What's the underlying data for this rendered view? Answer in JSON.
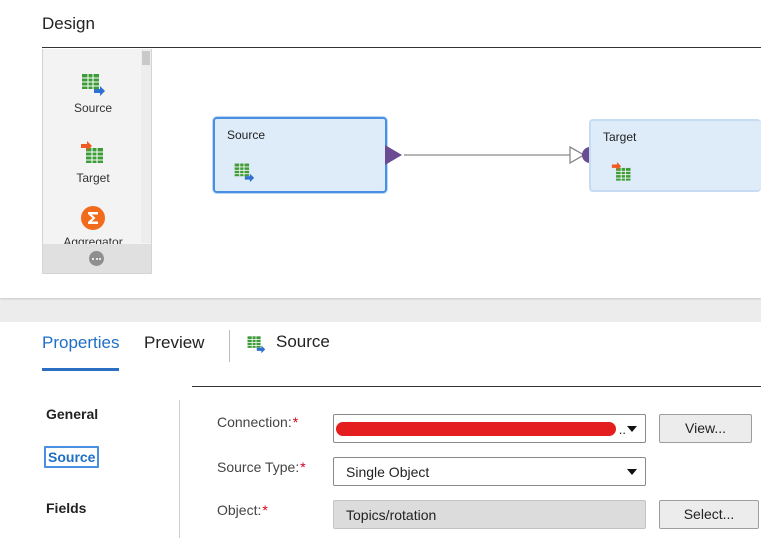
{
  "design": {
    "title": "Design",
    "palette": {
      "items": [
        {
          "label": "Source",
          "icon": "source-table-icon"
        },
        {
          "label": "Target",
          "icon": "target-table-icon"
        },
        {
          "label": "Aggregator",
          "icon": "sigma-icon"
        }
      ],
      "more_icon": "more-icon"
    },
    "nodes": {
      "source": {
        "title": "Source"
      },
      "target": {
        "title": "Target"
      }
    }
  },
  "properties": {
    "tabs": [
      {
        "label": "Properties",
        "active": true
      },
      {
        "label": "Preview",
        "active": false
      }
    ],
    "breadcrumb": {
      "icon": "source-table-icon",
      "label": "Source"
    },
    "sidebar": [
      {
        "label": "General",
        "selected": false
      },
      {
        "label": "Source",
        "selected": true
      },
      {
        "label": "Fields",
        "selected": false
      }
    ],
    "form": {
      "connection": {
        "label": "Connection:",
        "required": "*",
        "ellipsis": "..",
        "button": "View..."
      },
      "source_type": {
        "label": "Source Type:",
        "required": "*",
        "value": "Single Object"
      },
      "object": {
        "label": "Object:",
        "required": "*",
        "value": "Topics/rotation",
        "button": "Select..."
      }
    }
  },
  "colors": {
    "accent": "#2b6fc3",
    "node_fill": "#deecfa",
    "connector": "#6a4c93",
    "required": "#d0021b",
    "redaction": "#e41e1e"
  }
}
